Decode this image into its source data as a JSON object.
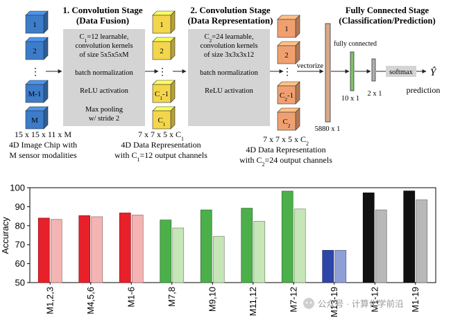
{
  "diagram": {
    "stage1": {
      "title_line1": "1. Convolution Stage",
      "title_line2": "(Data Fusion)",
      "box_kernels_1": "C",
      "box_kernels_sub": "1",
      "box_kernels_2": "=12 learnable,",
      "box_kernels_3": "convolution kernels",
      "box_kernels_4": "of size 5x5x5xM",
      "box_batch": "batch normalization",
      "box_relu": "ReLU activation",
      "box_pool_1": "Max pooling",
      "box_pool_2": "w/ stride 2"
    },
    "stage2": {
      "title_line1": "2. Convolution Stage",
      "title_line2": "(Data Representation)",
      "box_kernels_1": "C",
      "box_kernels_sub": "2",
      "box_kernels_2": "=24 learnable,",
      "box_kernels_3": "convolution kernels",
      "box_kernels_4": "of size 3x3x3x12",
      "box_batch": "batch normalization",
      "box_relu": "ReLU activation"
    },
    "stage3": {
      "title_line1": "Fully Connected Stage",
      "title_line2": "(Classification/Prediction)",
      "vectorize": "vectorize",
      "fully_connected": "fully connected",
      "softmax": "softmax",
      "prediction": "prediction",
      "y_hat": "Ŷ",
      "dim_5880": "5880 x 1",
      "dim_10": "10 x 1",
      "dim_2": "2 x 1"
    },
    "input": {
      "cubes": [
        "1",
        "2",
        "M-1",
        "M"
      ],
      "dots": "⋮",
      "caption_1": "15 x 15 x 11 x M",
      "caption_2": "4D Image Chip with",
      "caption_3": "M sensor modalities"
    },
    "rep1": {
      "cubes": [
        "1",
        "2",
        "C",
        "C"
      ],
      "cube_subs": [
        "",
        "",
        "1",
        "1"
      ],
      "cube_suffix": [
        "",
        "",
        "-1",
        ""
      ],
      "dots": "⋮",
      "caption_1": "7 x 7 x 5 x C",
      "caption_1_sub": "1",
      "caption_2": "4D Data Representation",
      "caption_3": "with C",
      "caption_3_sub": "1",
      "caption_3_rest": "=12 output channels"
    },
    "rep2": {
      "cubes": [
        "1",
        "2",
        "C",
        "C"
      ],
      "cube_subs": [
        "",
        "",
        "2",
        "2"
      ],
      "cube_suffix": [
        "",
        "",
        "-1",
        ""
      ],
      "dots": "⋮",
      "caption_1": "7 x 7 x 5 x C",
      "caption_1_sub": "2",
      "caption_2": "4D Data Representation",
      "caption_3": "with C",
      "caption_3_sub": "2",
      "caption_3_rest": "=24 output channels"
    },
    "colors": {
      "input_cube": "#3d7cc9",
      "rep1_cube": "#f3d64b",
      "rep2_cube": "#f0a070",
      "stage_box": "#d4d4d4",
      "vector_bar": "#d9a98a",
      "fc_bar": "#7fc26b",
      "fc2_bar": "#b0b0b0"
    }
  },
  "watermark": "公众号 · 计算化学前沿",
  "chart_data": {
    "type": "bar",
    "ylabel": "Accuracy",
    "ylim": [
      50,
      100
    ],
    "yticks": [
      50,
      60,
      70,
      80,
      90,
      100
    ],
    "categories": [
      "M1,2,3",
      "M4,5,6",
      "M1-6",
      "M7,8",
      "M9,10",
      "M11,12",
      "M7-12",
      "M13-19",
      "M1-12",
      "M1-19"
    ],
    "series": [
      {
        "values": [
          84,
          85.3,
          86.7,
          83,
          88.3,
          89.2,
          98.2,
          67,
          97.3,
          98.3
        ]
      },
      {
        "values": [
          83.3,
          84.7,
          85.6,
          78.8,
          74.4,
          82.3,
          88.8,
          67,
          88.3,
          93.6
        ]
      }
    ],
    "colors": [
      [
        "#e8202a",
        "#f4b4b4"
      ],
      [
        "#e8202a",
        "#f4b4b4"
      ],
      [
        "#e8202a",
        "#f4b4b4"
      ],
      [
        "#4cb04a",
        "#c6e6b8"
      ],
      [
        "#4cb04a",
        "#c6e6b8"
      ],
      [
        "#4cb04a",
        "#c6e6b8"
      ],
      [
        "#4cb04a",
        "#c6e6b8"
      ],
      [
        "#2e46a8",
        "#8f9fd6"
      ],
      [
        "#111111",
        "#b8b8b8"
      ],
      [
        "#111111",
        "#b8b8b8"
      ]
    ],
    "grid": false
  }
}
